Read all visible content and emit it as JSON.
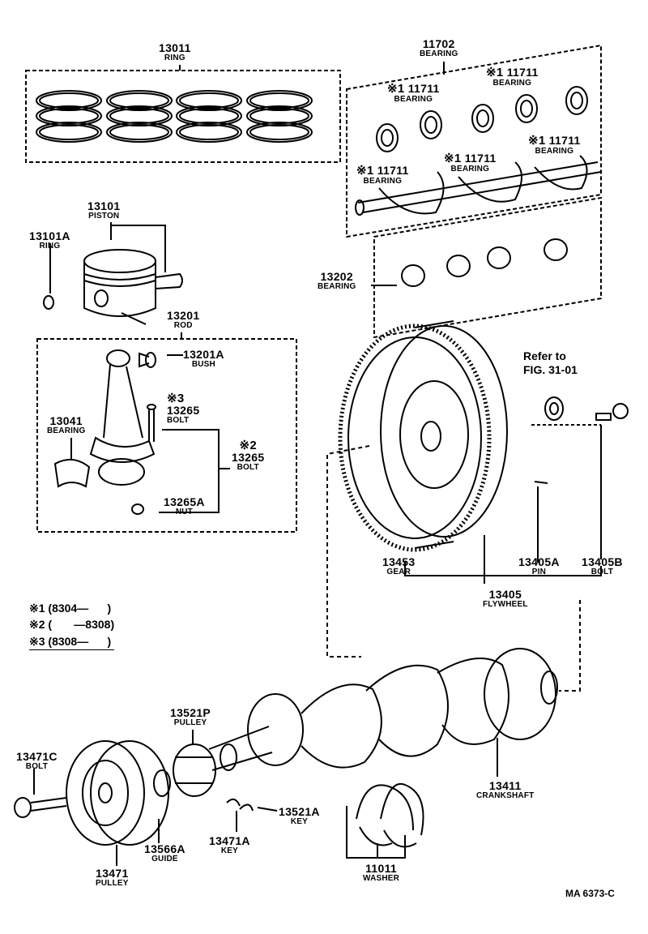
{
  "parts": {
    "ring_set": {
      "num": "13011",
      "name": "RING"
    },
    "main_bearing_set": {
      "num": "11702",
      "name": "BEARING"
    },
    "main_bearing_a": {
      "mark": "※1",
      "num": "11711",
      "name": "BEARING"
    },
    "main_bearing_b": {
      "mark": "※1",
      "num": "11711",
      "name": "BEARING"
    },
    "main_bearing_c": {
      "mark": "※1",
      "num": "11711",
      "name": "BEARING"
    },
    "main_bearing_d": {
      "mark": "※1",
      "num": "11711",
      "name": "BEARING"
    },
    "main_bearing_e": {
      "mark": "※1",
      "num": "11711",
      "name": "BEARING"
    },
    "piston": {
      "num": "13101",
      "name": "PISTON"
    },
    "piston_ring": {
      "num": "13101A",
      "name": "RING"
    },
    "rod_bearing": {
      "num": "13202",
      "name": "BEARING"
    },
    "rod": {
      "num": "13201",
      "name": "ROD"
    },
    "bush": {
      "num": "13201A",
      "name": "BUSH"
    },
    "con_bearing": {
      "num": "13041",
      "name": "BEARING"
    },
    "rod_bolt_3": {
      "mark": "※3",
      "num": "13265",
      "name": "BOLT"
    },
    "rod_bolt_2": {
      "mark": "※2",
      "num": "13265",
      "name": "BOLT"
    },
    "nut": {
      "num": "13265A",
      "name": "NUT"
    },
    "refer": {
      "line1": "Refer to",
      "line2": "FIG. 31-01"
    },
    "gear": {
      "num": "13453",
      "name": "GEAR"
    },
    "pin": {
      "num": "13405A",
      "name": "PIN"
    },
    "fw_bolt": {
      "num": "13405B",
      "name": "BOLT"
    },
    "flywheel": {
      "num": "13405",
      "name": "FLYWHEEL"
    },
    "crank_pulley_p": {
      "num": "13521P",
      "name": "PULLEY"
    },
    "pulley_bolt": {
      "num": "13471C",
      "name": "BOLT"
    },
    "crankshaft": {
      "num": "13411",
      "name": "CRANKSHAFT"
    },
    "key_a": {
      "num": "13521A",
      "name": "KEY"
    },
    "key_b": {
      "num": "13471A",
      "name": "KEY"
    },
    "guide": {
      "num": "13566A",
      "name": "GUIDE"
    },
    "pulley": {
      "num": "13471",
      "name": "PULLEY"
    },
    "washer": {
      "num": "11011",
      "name": "WASHER"
    }
  },
  "legend": {
    "line1": "※1 (8304—      )",
    "line2": "※2 (       —8308)",
    "line3": "※3 (8308—      )"
  },
  "code": "MA  6373-C"
}
